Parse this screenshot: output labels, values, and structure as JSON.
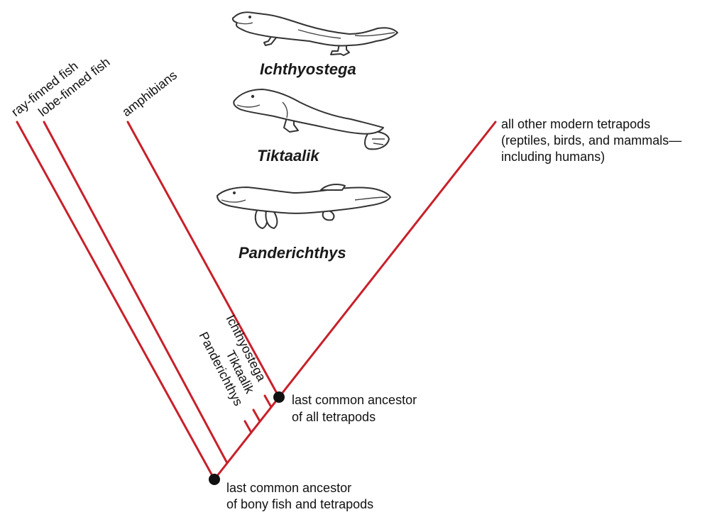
{
  "taxa": {
    "ray_finned": "ray-finned fish",
    "lobe_finned": "lobe-finned fish",
    "amphibians": "amphibians",
    "other_tetrapods_line1": "all other modern tetrapods",
    "other_tetrapods_line2": "(reptiles, birds, and mammals—",
    "other_tetrapods_line3": "including humans)"
  },
  "fossils": {
    "ichthyostega": "Ichthyostega",
    "tiktaalik": "Tiktaalik",
    "panderichthys": "Panderichthys"
  },
  "nodes": {
    "tetrapods_line1": "last common ancestor",
    "tetrapods_line2": "of all tetrapods",
    "bony_fish_line1": "last common ancestor",
    "bony_fish_line2": "of bony fish and tetrapods"
  },
  "colors": {
    "branch": "#c8202a",
    "node": "#111111"
  },
  "illustrations": [
    "ichthyostega-illustration",
    "tiktaalik-illustration",
    "panderichthys-illustration"
  ]
}
